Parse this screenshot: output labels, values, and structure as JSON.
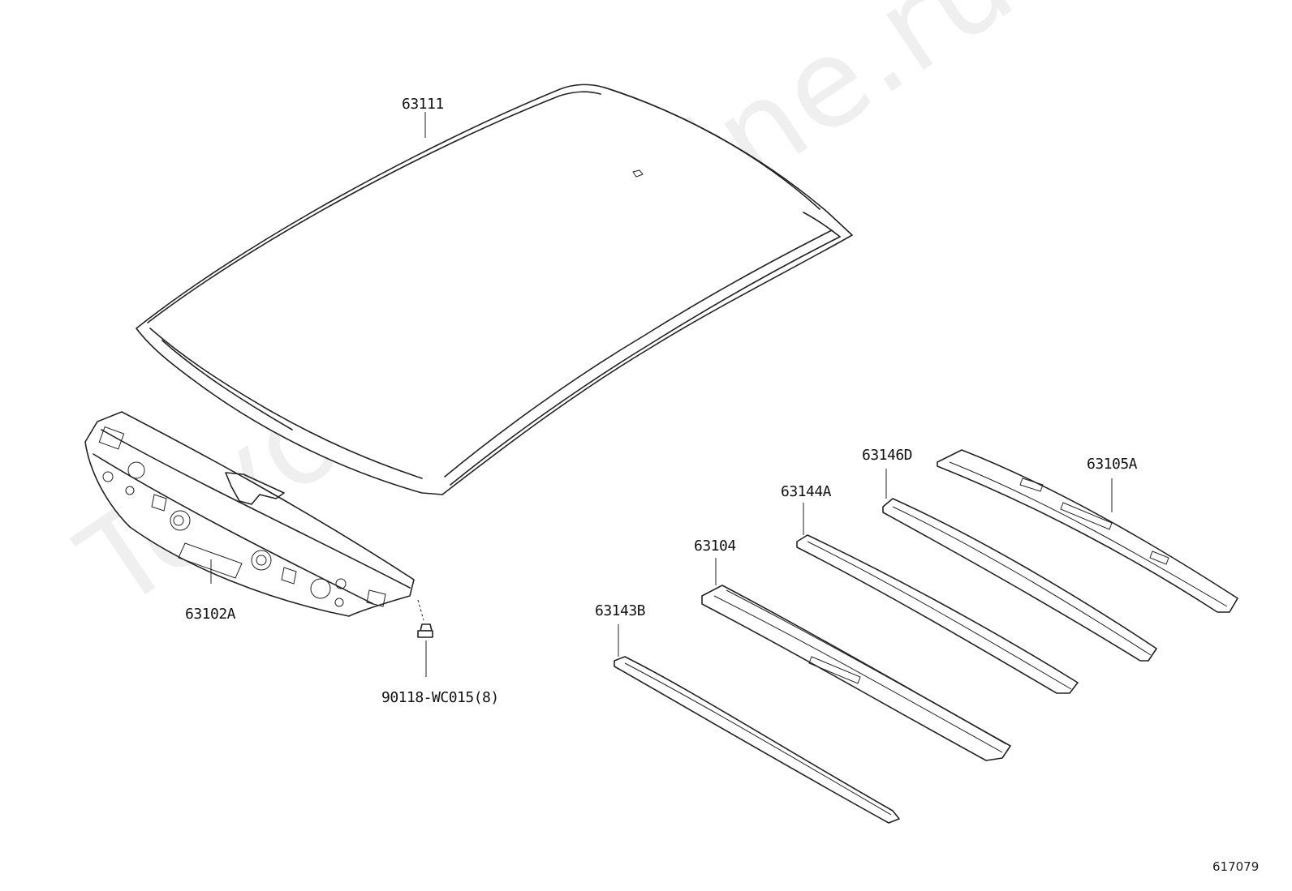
{
  "watermark": "ToyotaCarMine.ru",
  "figure_id": "617079",
  "parts": {
    "roof_panel": "63111",
    "front_header": "63102A",
    "bolt": "90118-WC015(8)",
    "bow_63143B": "63143B",
    "bow_63104": "63104",
    "bow_63144A": "63144A",
    "bow_63146D": "63146D",
    "rear_header": "63105A"
  }
}
